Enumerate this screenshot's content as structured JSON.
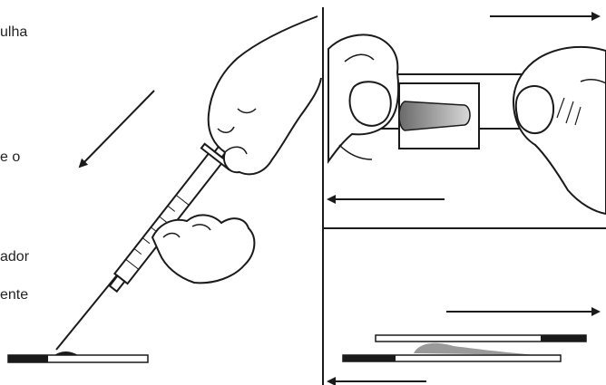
{
  "text_fragments": {
    "line1": "ulha",
    "line2": "e o",
    "line3": "ador",
    "line4": "ente"
  },
  "colors": {
    "ink": "#1a1a1a",
    "smear_gray": "#9a9a9a",
    "background": "#ffffff"
  },
  "panels": [
    {
      "name": "syringe-drop-panel",
      "description_icon": "syringe-icon"
    },
    {
      "name": "slide-squash-panel",
      "description_icon": "hands-slides-icon"
    },
    {
      "name": "slide-pull-panel",
      "description_icon": "slides-icon"
    }
  ]
}
